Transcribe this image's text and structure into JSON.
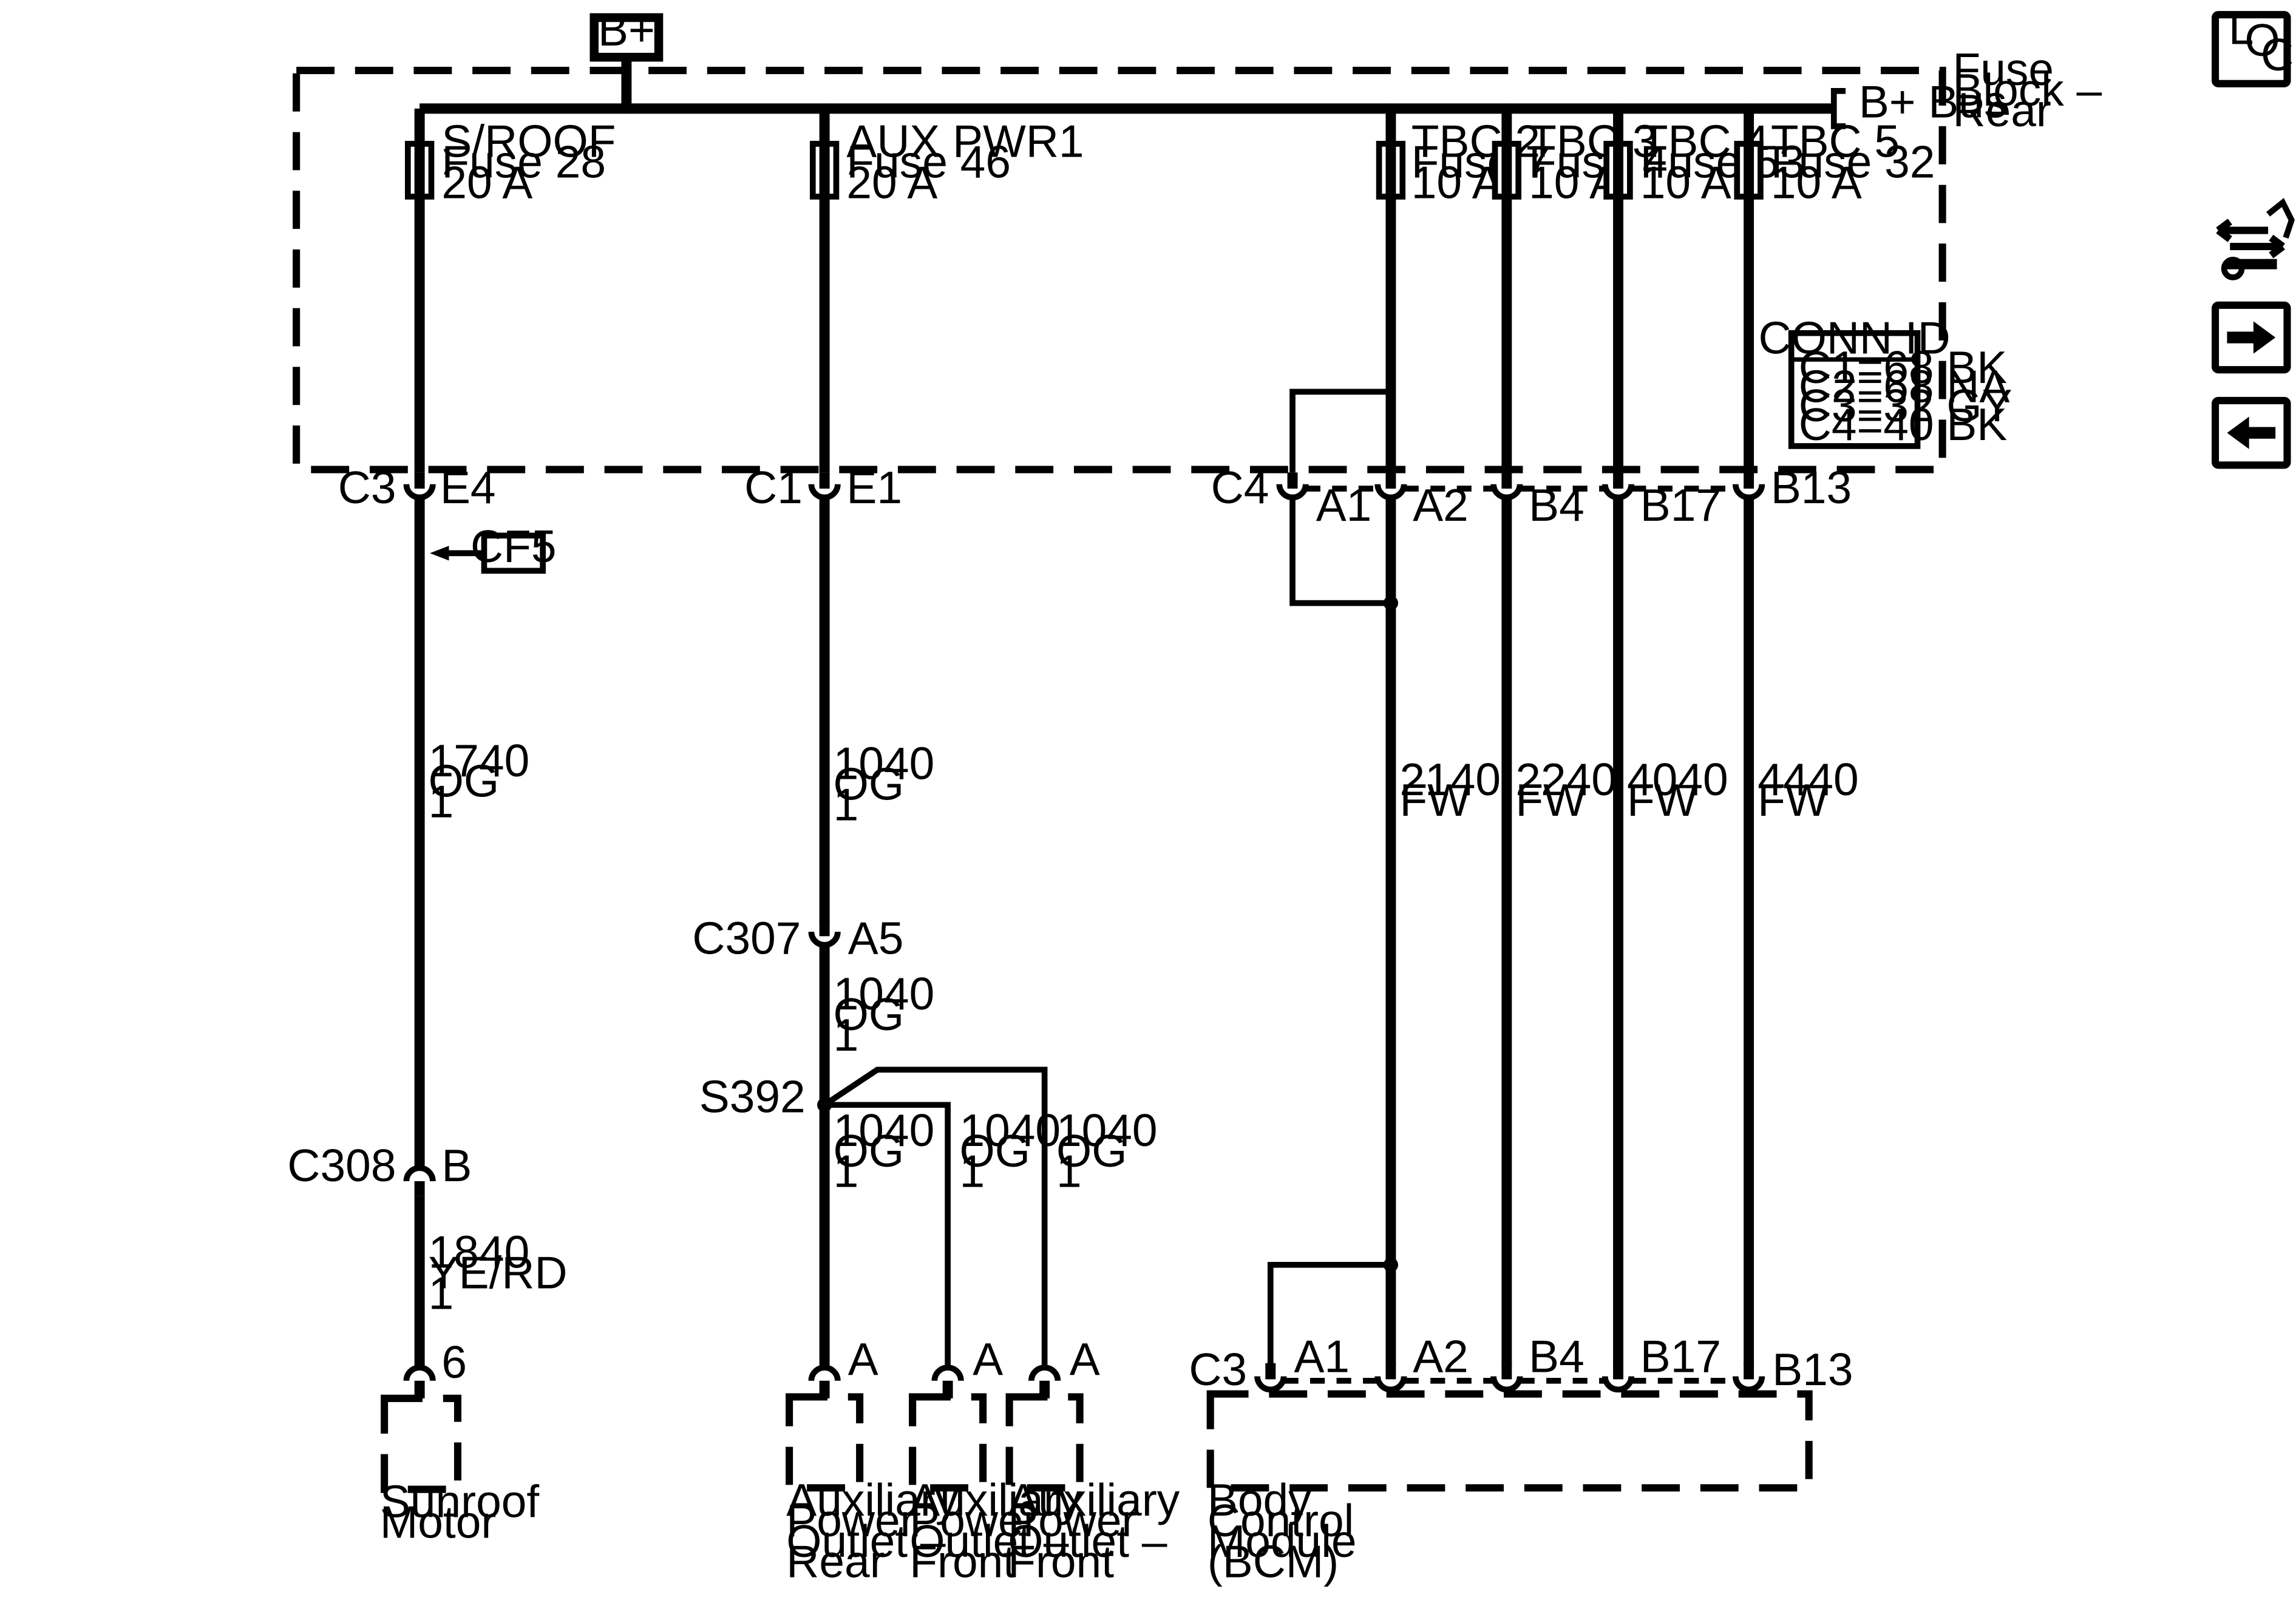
{
  "top": {
    "bplus": "B+",
    "bus_label": "B+ Bus",
    "fuse_block": [
      "Fuse",
      "Block –",
      "Rear"
    ]
  },
  "fuses": [
    {
      "name": "S/ROOF",
      "fuse": "Fuse 28",
      "amps": "20 A"
    },
    {
      "name": "AUX PWR1",
      "fuse": "Fuse 46",
      "amps": "20 A"
    },
    {
      "name": "TBC 2",
      "fuse": "Fuse 7",
      "amps": "10 A"
    },
    {
      "name": "TBC 3",
      "fuse": "Fuse 4",
      "amps": "10 A"
    },
    {
      "name": "TBC 4",
      "fuse": "Fuse 53",
      "amps": "10 A"
    },
    {
      "name": "TBC 5",
      "fuse": "Fuse 32",
      "amps": "10 A"
    }
  ],
  "conn_id": {
    "title": "CONN ID",
    "rows": [
      "C1=68 BK",
      "C2=68 NA",
      "C3=32 GY",
      "C4=40 BK"
    ]
  },
  "connectors": {
    "c3": "C3",
    "e4": "E4",
    "c1": "C1",
    "e1": "E1",
    "c4": "C4",
    "a1": "A1",
    "a2": "A2",
    "b4": "B4",
    "b17": "B17",
    "b13": "B13",
    "c307": "C307",
    "a5": "A5",
    "c308": "C308",
    "b": "B",
    "s392": "S392",
    "pin6": "6",
    "pin_a": "A",
    "bcm_c3": "C3",
    "bcm_a1": "A1",
    "bcm_a2": "A2",
    "bcm_b4": "B4",
    "bcm_b17": "B17",
    "bcm_b13": "B13"
  },
  "ref": {
    "cf5": "CF5"
  },
  "wires": {
    "w1740": [
      "1740",
      "OG",
      "1"
    ],
    "w1840": [
      "1840",
      "YE/RD",
      "1"
    ],
    "w1040": [
      "1040",
      "OG",
      "1"
    ],
    "w2140": [
      "2140",
      "FW"
    ],
    "w2240": [
      "2240",
      "FW"
    ],
    "w4040": [
      "4040",
      "FW"
    ],
    "w4440": [
      "4440",
      "FW"
    ]
  },
  "components": {
    "sunroof": [
      "Sunroof",
      "Motor"
    ],
    "apo_rear": [
      "Auxiliary",
      "Power",
      "Outlet –",
      "Rear"
    ],
    "apo_front1": [
      "Auxiliary",
      "Power",
      "Outlet –",
      "Front"
    ],
    "apo_front2": [
      "Auxiliary",
      "Power",
      "Outlet –",
      "Front"
    ],
    "bcm": [
      "Body",
      "Control",
      "Module",
      "(BCM)"
    ]
  },
  "sidebar": {
    "loc": [
      "L",
      "O",
      "C"
    ]
  }
}
